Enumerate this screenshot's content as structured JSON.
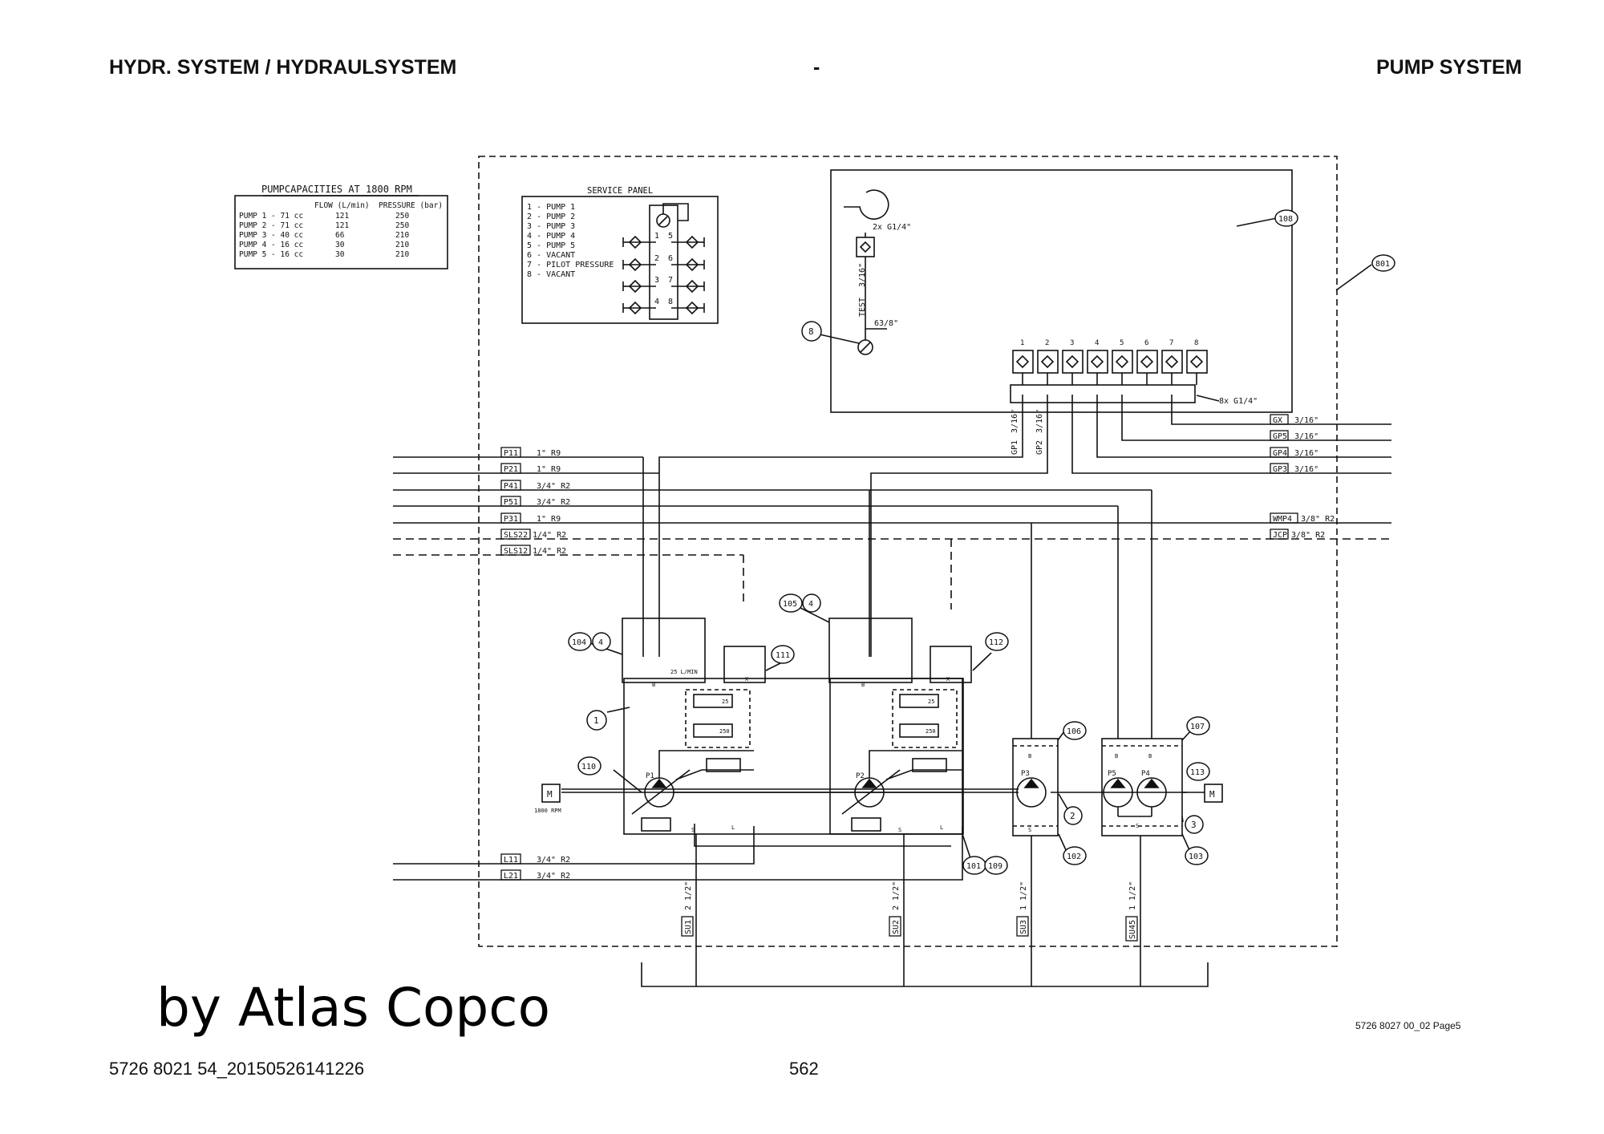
{
  "header": {
    "left": "HYDR. SYSTEM / HYDRAULSYSTEM",
    "center": "-",
    "right": "PUMP SYSTEM"
  },
  "footer": {
    "doc_id": "5726 8021 54_20150526141226",
    "page": "562",
    "brand": "by Atlas Copco",
    "drawing_ref": "5726 8027 00_02 Page5"
  },
  "pump_table": {
    "title": "PUMPCAPACITIES AT 1800 RPM",
    "col_flow": "FLOW (L/min)",
    "col_pressure": "PRESSURE (bar)",
    "rows": [
      {
        "pump": "PUMP 1 - 71 cc",
        "flow": "121",
        "pressure": "250"
      },
      {
        "pump": "PUMP 2 - 71 cc",
        "flow": "121",
        "pressure": "250"
      },
      {
        "pump": "PUMP 3 - 40 cc",
        "flow": "66",
        "pressure": "210"
      },
      {
        "pump": "PUMP 4 - 16 cc",
        "flow": "30",
        "pressure": "210"
      },
      {
        "pump": "PUMP 5 - 16 cc",
        "flow": "30",
        "pressure": "210"
      }
    ]
  },
  "service_panel": {
    "title": "SERVICE PANEL",
    "items": [
      "1 - PUMP 1",
      "2 - PUMP 2",
      "3 - PUMP 3",
      "4 - PUMP 4",
      "5 - PUMP 5",
      "6 - VACANT",
      "7 - PILOT PRESSURE",
      "8 - VACANT"
    ],
    "port_numbers": [
      "1",
      "5",
      "2",
      "6",
      "3",
      "7",
      "4",
      "8"
    ]
  },
  "test_block": {
    "conn_label": "2x G1/4\"",
    "test_tag": "TEST",
    "test_size": "3/16\"",
    "gauge_size": "63/8\"",
    "gauge_number": "8",
    "port_numbers": [
      "1",
      "2",
      "3",
      "4",
      "5",
      "6",
      "7",
      "8"
    ],
    "manifold_label": "8x G1/4\"",
    "gp1": "GP1",
    "gp1_size": "3/16\"",
    "gp2": "GP2",
    "gp2_size": "3/16\""
  },
  "right_lines": [
    {
      "tag": "GX",
      "size": "3/16\""
    },
    {
      "tag": "GP5",
      "size": "3/16\""
    },
    {
      "tag": "GP4",
      "size": "3/16\""
    },
    {
      "tag": "GP3",
      "size": "3/16\""
    },
    {
      "tag": "WMP4",
      "size": "3/8\" R2"
    },
    {
      "tag": "JCP",
      "size": "3/8\" R2"
    }
  ],
  "left_lines": [
    {
      "tag": "P11",
      "size": "1\" R9"
    },
    {
      "tag": "P21",
      "size": "1\" R9"
    },
    {
      "tag": "P41",
      "size": "3/4\" R2"
    },
    {
      "tag": "P51",
      "size": "3/4\" R2"
    },
    {
      "tag": "P31",
      "size": "1\" R9"
    },
    {
      "tag": "SLS22",
      "size": "1/4\" R2"
    },
    {
      "tag": "SLS12",
      "size": "1/4\" R2"
    }
  ],
  "drain_lines": [
    {
      "tag": "L11",
      "size": "3/4\" R2"
    },
    {
      "tag": "L21",
      "size": "3/4\" R2"
    }
  ],
  "suction_lines": [
    {
      "tag": "SU1",
      "size": "2 1/2\""
    },
    {
      "tag": "SU2",
      "size": "2 1/2\""
    },
    {
      "tag": "SU3",
      "size": "1 1/2\""
    },
    {
      "tag": "SU45",
      "size": "1 1/2\""
    }
  ],
  "callouts": [
    "108",
    "801",
    "104",
    "4",
    "105",
    "4",
    "111",
    "112",
    "1",
    "110",
    "106",
    "107",
    "113",
    "2",
    "3",
    "102",
    "103",
    "101",
    "109"
  ],
  "motor": {
    "symbol": "M",
    "speed": "1800 RPM"
  },
  "pump_labels": {
    "p1": "P1",
    "p2": "P2",
    "p3": "P3",
    "p4": "P4",
    "p5": "P5",
    "flow_note": "25 L/MIN",
    "setting_25": "25",
    "setting_250": "250",
    "port_b": "B",
    "port_x": "X",
    "port_s": "S",
    "port_l": "L"
  }
}
